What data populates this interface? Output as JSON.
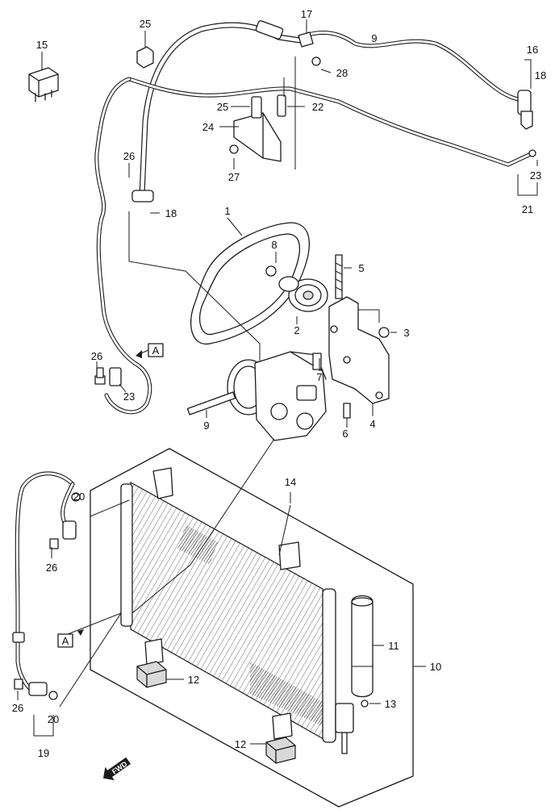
{
  "diagram": {
    "callouts": {
      "c1": "1",
      "c2": "2",
      "c3": "3",
      "c4": "4",
      "c5": "5",
      "c6": "6",
      "c7": "7",
      "c8": "8",
      "c9a": "9",
      "c9b": "9",
      "c10": "10",
      "c11": "11",
      "c12a": "12",
      "c12b": "12",
      "c13": "13",
      "c14": "14",
      "c15": "15",
      "c16": "16",
      "c17": "17",
      "c18a": "18",
      "c18b": "18",
      "c19": "19",
      "c20a": "20",
      "c20b": "20",
      "c21": "21",
      "c22": "22",
      "c23a": "23",
      "c23b": "23",
      "c24": "24",
      "c25a": "25",
      "c25b": "25",
      "c26a": "26",
      "c26b": "26",
      "c26c": "26",
      "c26d": "26",
      "c27": "27",
      "c28": "28"
    },
    "ref_marker_top": "A",
    "ref_marker_bottom": "A",
    "direction_badge": "FWD"
  }
}
